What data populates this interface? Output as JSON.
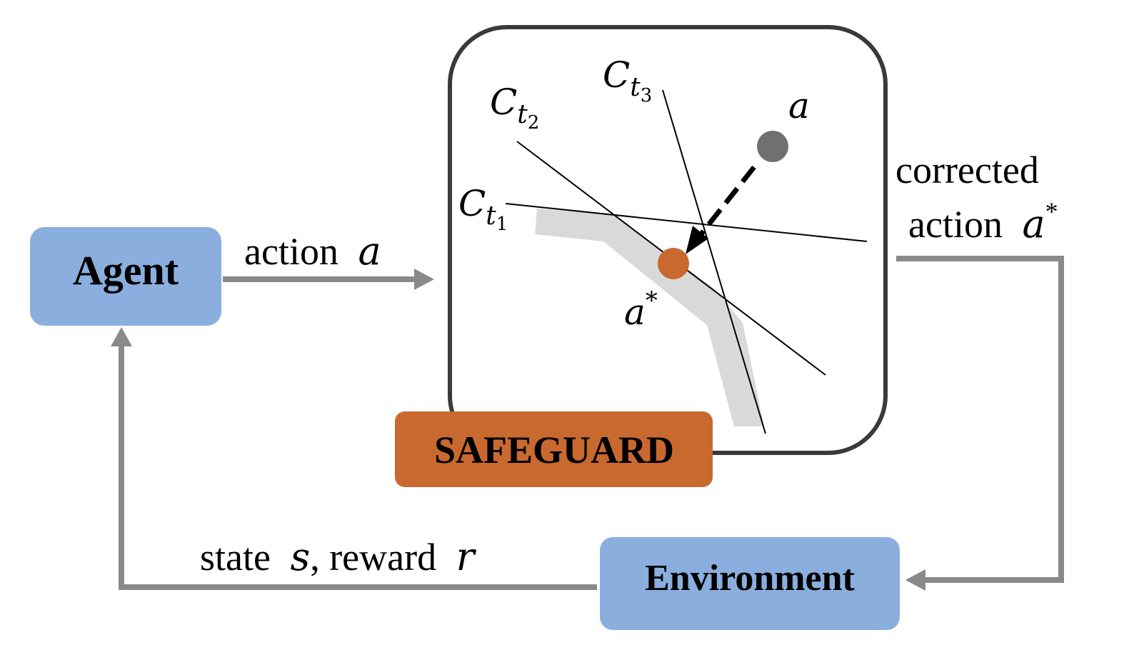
{
  "nodes": {
    "agent": {
      "label": "Agent",
      "fill": "#8aaede"
    },
    "environment": {
      "label": "Environment",
      "fill": "#8aaede"
    },
    "safeguard": {
      "label": "SAFEGUARD",
      "fill": "#c8692f"
    }
  },
  "edges": {
    "action": {
      "text": "action",
      "symbol": "a"
    },
    "corrected_action": {
      "line1": "corrected",
      "line2_text": "action",
      "line2_symbol": "a",
      "line2_sup": "*"
    },
    "feedback": {
      "text_state": "state",
      "symbol_s": "s",
      "text_reward": ", reward",
      "symbol_r": "r"
    }
  },
  "safeguard_inner": {
    "constraints": [
      {
        "base": "C",
        "sub": "t",
        "subsub": "1"
      },
      {
        "base": "C",
        "sub": "t",
        "subsub": "2"
      },
      {
        "base": "C",
        "sub": "t",
        "subsub": "3"
      }
    ],
    "action_point": {
      "label": "a",
      "color": "#707070"
    },
    "corrected_point": {
      "label": "a",
      "sup": "*",
      "color": "#c8692f"
    }
  },
  "colors": {
    "arrow": "#8a8a8a",
    "frame": "#3a3a3a",
    "feasible_region": "#d9d9d9"
  }
}
